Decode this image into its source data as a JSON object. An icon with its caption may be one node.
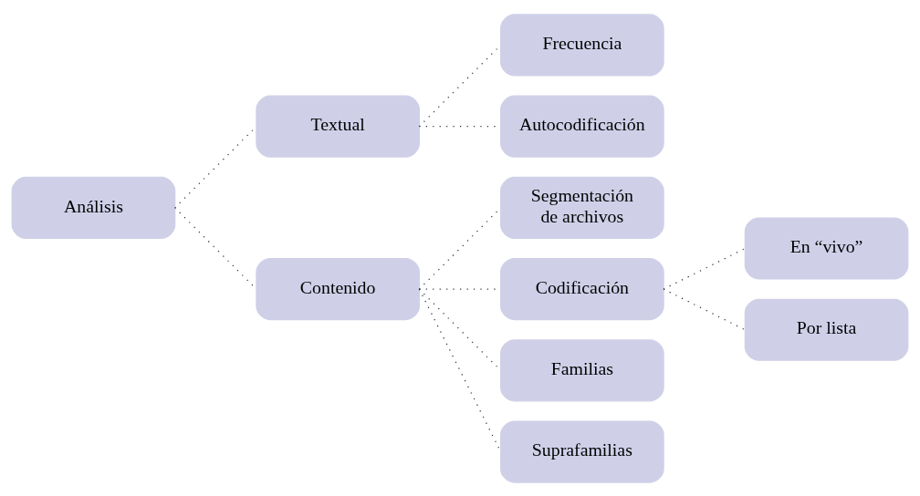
{
  "diagram": {
    "nodes": [
      {
        "text": [
          "Análisis"
        ]
      },
      {
        "text": [
          "Textual"
        ]
      },
      {
        "text": [
          "Frecuencia"
        ]
      },
      {
        "text": [
          "Autocodificación"
        ]
      },
      {
        "text": [
          "Contenido"
        ]
      },
      {
        "text": [
          "Segmentación de archivos"
        ]
      },
      {
        "text": [
          "Codificación"
        ]
      },
      {
        "text": [
          "Familias"
        ]
      },
      {
        "text": [
          "Suprafamilias"
        ]
      },
      {
        "text": [
          "En “vivo”"
        ]
      },
      {
        "text": [
          "Por lista"
        ]
      }
    ],
    "edges": [
      {
        "from": 0,
        "to": 1,
        "arrow": "none"
      },
      {
        "from": 0,
        "to": 4,
        "arrow": "none"
      },
      {
        "from": 1,
        "to": 2,
        "arrow": "none"
      },
      {
        "from": 1,
        "to": 3,
        "arrow": "none"
      },
      {
        "from": 4,
        "to": 5,
        "arrow": "none"
      },
      {
        "from": 4,
        "to": 6,
        "arrow": "none"
      },
      {
        "from": 4,
        "to": 7,
        "arrow": "none"
      },
      {
        "from": 4,
        "to": 8,
        "arrow": "none"
      },
      {
        "from": 6,
        "to": 9,
        "arrow": "none"
      },
      {
        "from": 6,
        "to": 10,
        "arrow": "none"
      }
    ]
  }
}
